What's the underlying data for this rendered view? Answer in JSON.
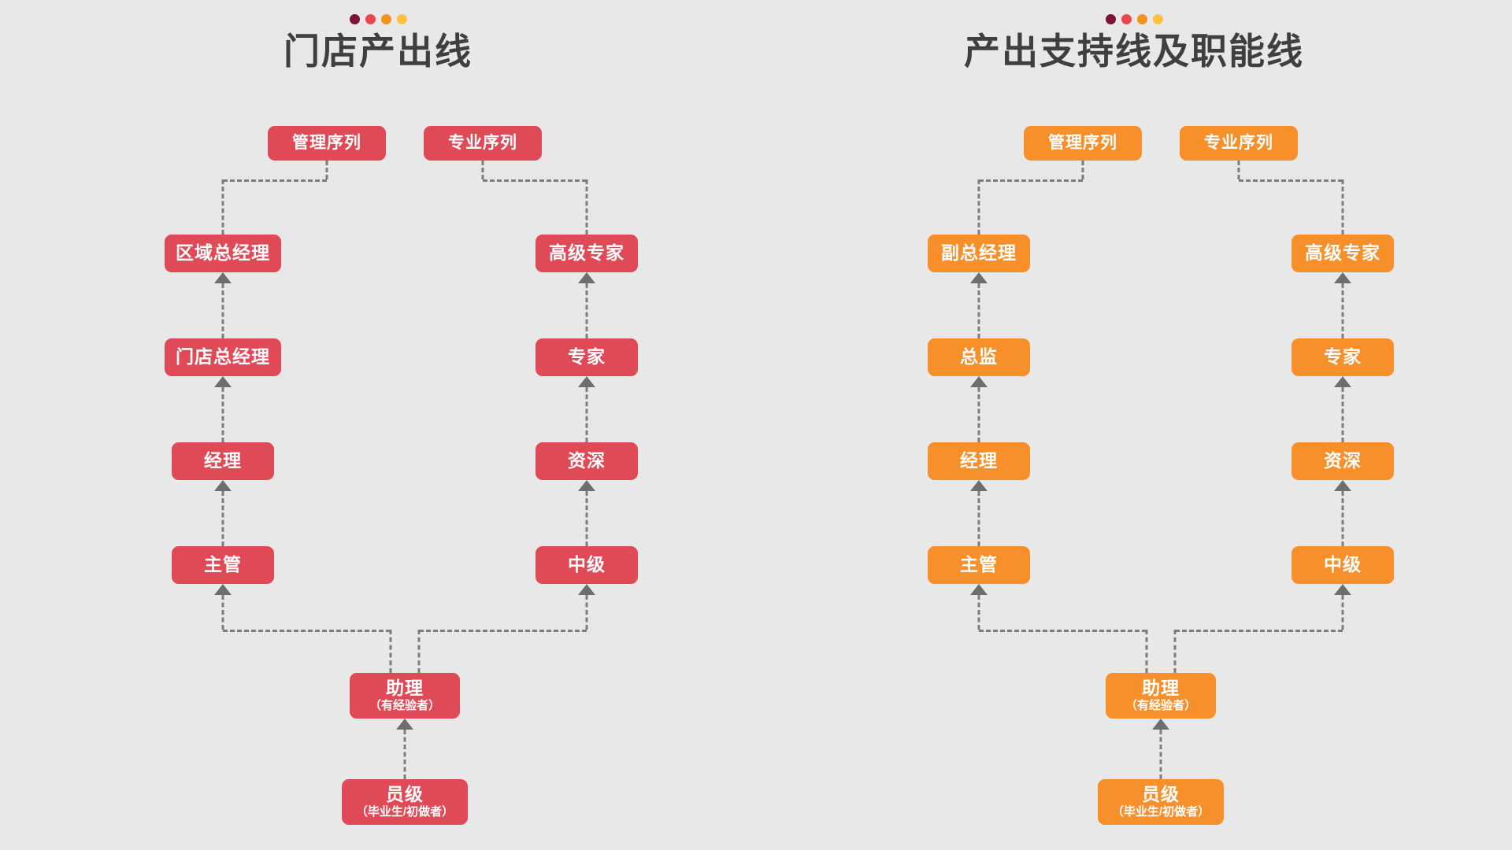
{
  "background_color": "#e8e8e8",
  "dot_colors": [
    "#7d1336",
    "#e8474c",
    "#f5921e",
    "#fbc23d"
  ],
  "panels": [
    {
      "id": "store-output-line",
      "title": "门店产出线",
      "accent_color": "#e04a56",
      "sequences": [
        {
          "id": "management",
          "label": "管理序列"
        },
        {
          "id": "professional",
          "label": "专业序列"
        }
      ],
      "management_ladder": [
        {
          "label": "区域总经理"
        },
        {
          "label": "门店总经理"
        },
        {
          "label": "经理"
        },
        {
          "label": "主管"
        }
      ],
      "professional_ladder": [
        {
          "label": "高级专家"
        },
        {
          "label": "专家"
        },
        {
          "label": "资深"
        },
        {
          "label": "中级"
        }
      ],
      "common_ladder": [
        {
          "label": "助理",
          "sub": "（有经验者）"
        },
        {
          "label": "员级",
          "sub": "（毕业生/初做者）"
        }
      ]
    },
    {
      "id": "support-and-function-line",
      "title": "产出支持线及职能线",
      "accent_color": "#f7902b",
      "sequences": [
        {
          "id": "management",
          "label": "管理序列"
        },
        {
          "id": "professional",
          "label": "专业序列"
        }
      ],
      "management_ladder": [
        {
          "label": "副总经理"
        },
        {
          "label": "总监"
        },
        {
          "label": "经理"
        },
        {
          "label": "主管"
        }
      ],
      "professional_ladder": [
        {
          "label": "高级专家"
        },
        {
          "label": "专家"
        },
        {
          "label": "资深"
        },
        {
          "label": "中级"
        }
      ],
      "common_ladder": [
        {
          "label": "助理",
          "sub": "（有经验者）"
        },
        {
          "label": "员级",
          "sub": "（毕业生/初做者）"
        }
      ]
    }
  ]
}
